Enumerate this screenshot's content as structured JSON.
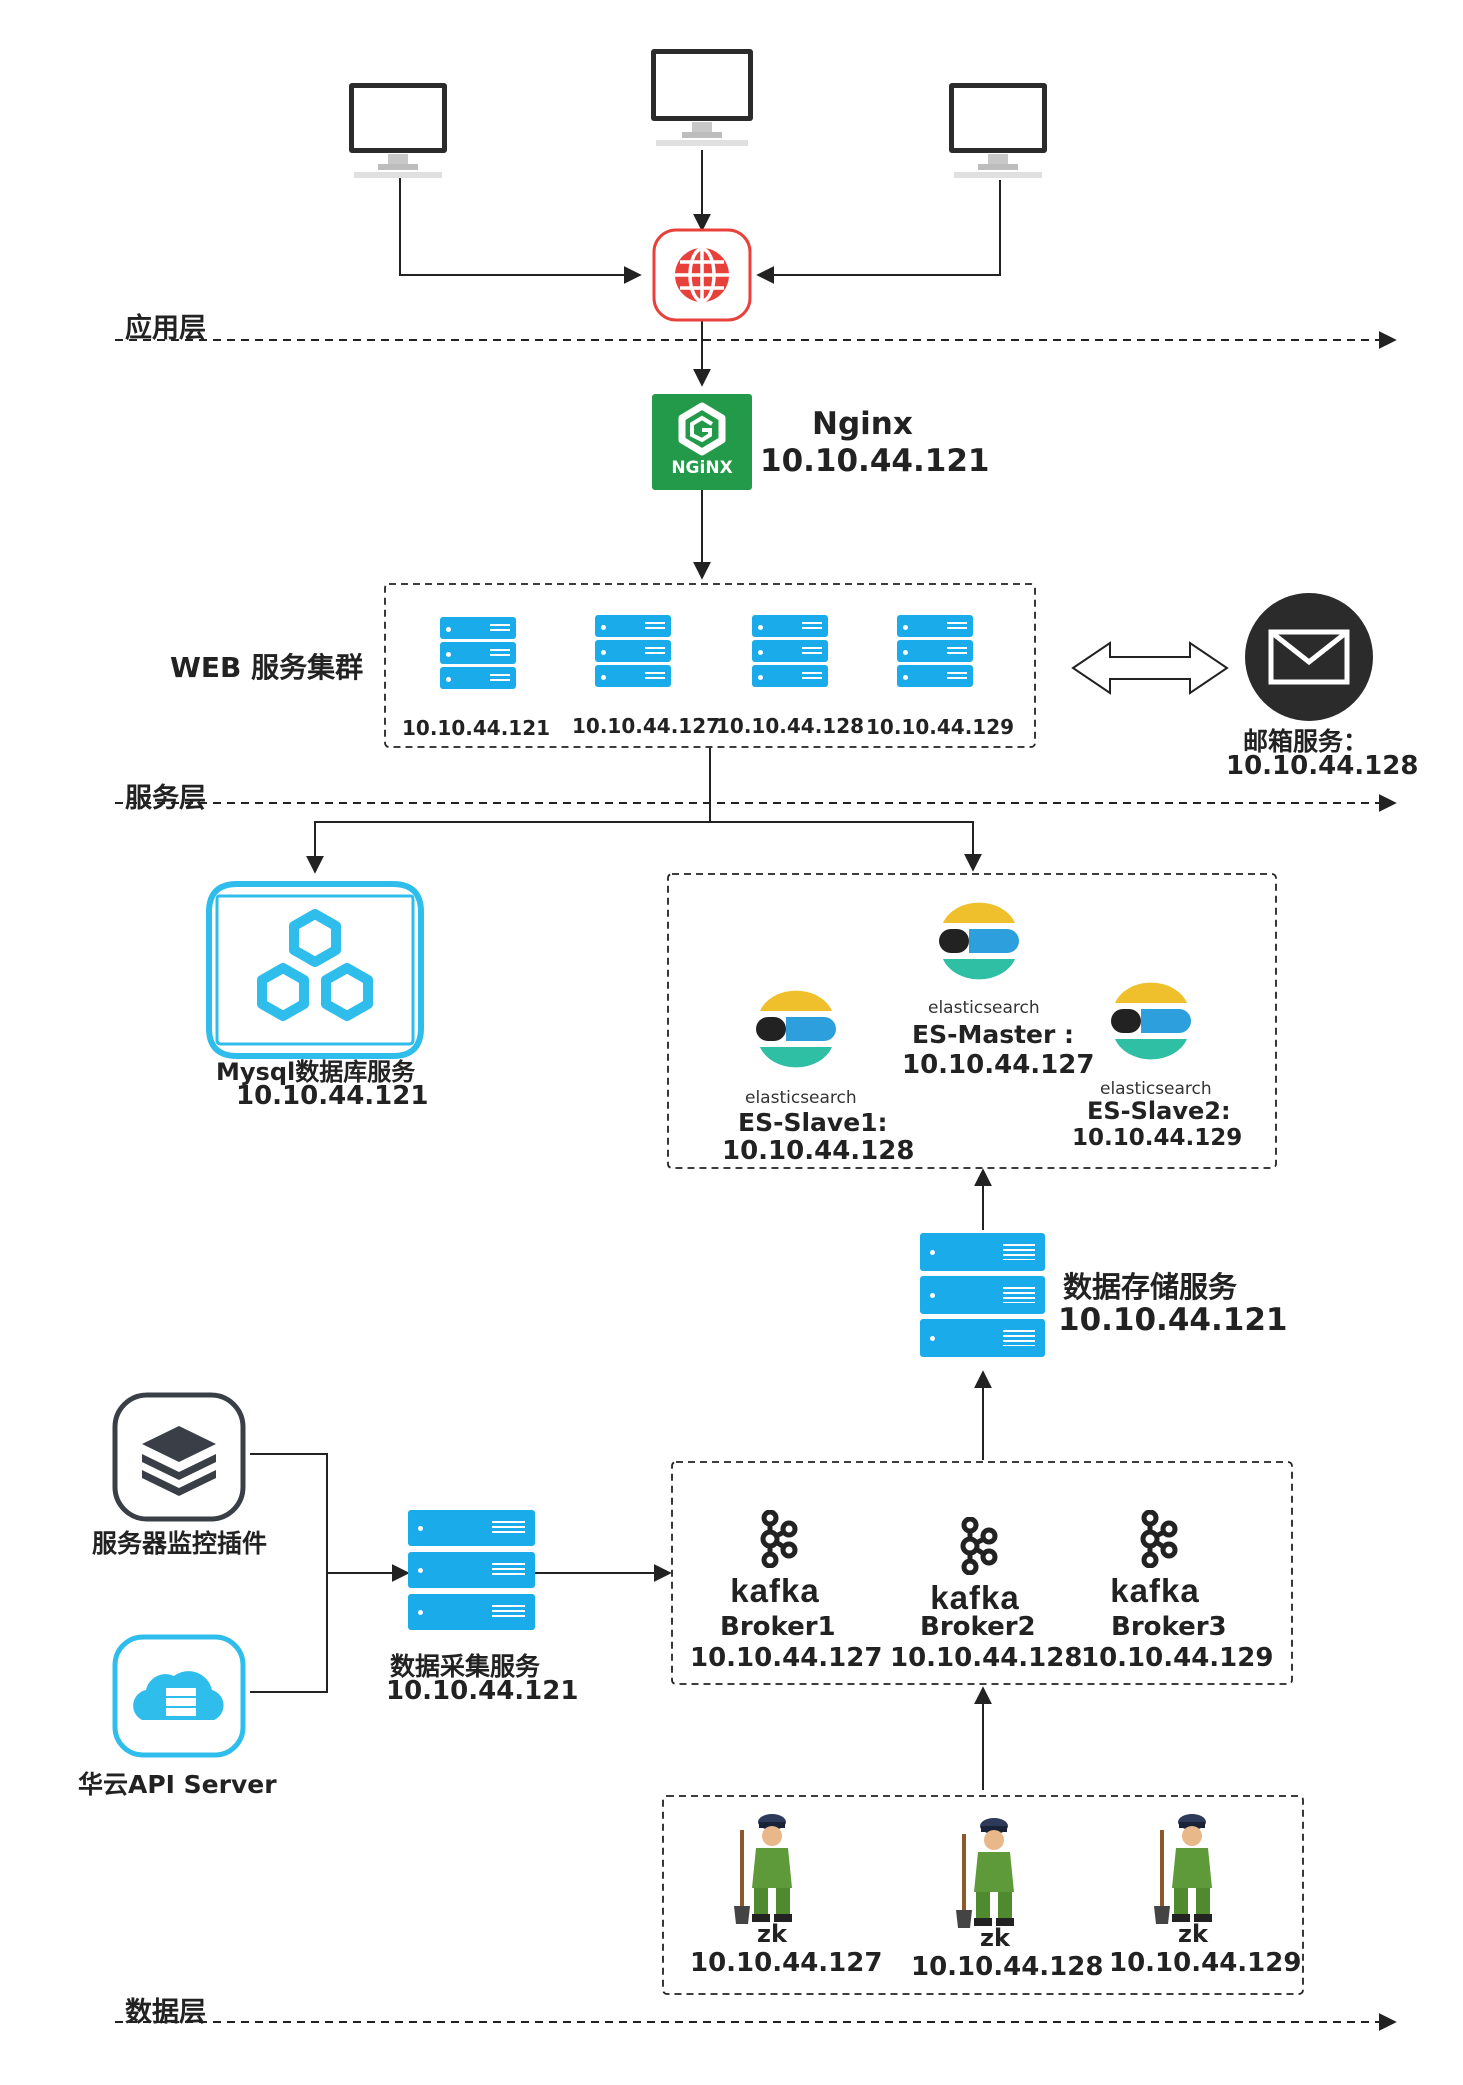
{
  "layers": {
    "app": "应用层",
    "service": "服务层",
    "data": "数据层"
  },
  "nginx": {
    "name": "Nginx",
    "ip": "10.10.44.121",
    "logo_text": "NGiNX"
  },
  "web_cluster": {
    "label": "WEB 服务集群",
    "nodes": [
      "10.10.44.121",
      "10.10.44.127",
      "10.10.44.128",
      "10.10.44.129"
    ]
  },
  "mail": {
    "label": "邮箱服务：",
    "ip": "10.10.44.128"
  },
  "mysql": {
    "label": "Mysql数据库服务",
    "ip": "10.10.44.121"
  },
  "elasticsearch": {
    "brand": "elasticsearch",
    "master": {
      "name": "ES-Master :",
      "ip": "10.10.44.127"
    },
    "slave1": {
      "name": "ES-Slave1:",
      "ip": "10.10.44.128"
    },
    "slave2": {
      "name": "ES-Slave2:",
      "ip": "10.10.44.129"
    }
  },
  "storage": {
    "label": "数据存储服务",
    "ip": "10.10.44.121"
  },
  "monitor": {
    "label": "服务器监控插件"
  },
  "huayun": {
    "label": "华云API Server"
  },
  "collector": {
    "label": "数据采集服务",
    "ip": "10.10.44.121"
  },
  "kafka": {
    "brand": "kafka",
    "brokers": [
      {
        "name": "Broker1",
        "ip": "10.10.44.127"
      },
      {
        "name": "Broker2",
        "ip": "10.10.44.128"
      },
      {
        "name": "Broker3",
        "ip": "10.10.44.129"
      }
    ]
  },
  "zookeeper": {
    "nodes": [
      {
        "name": "zk",
        "ip": "10.10.44.127"
      },
      {
        "name": "zk",
        "ip": "10.10.44.128"
      },
      {
        "name": "zk",
        "ip": "10.10.44.129"
      }
    ]
  },
  "colors": {
    "server_blue": "#1aabea",
    "nginx_green": "#239a4a",
    "globe_red": "#e8403a",
    "es_yellow": "#f0c02c",
    "es_teal": "#2ebfa5",
    "es_blue": "#2c9fdc"
  }
}
